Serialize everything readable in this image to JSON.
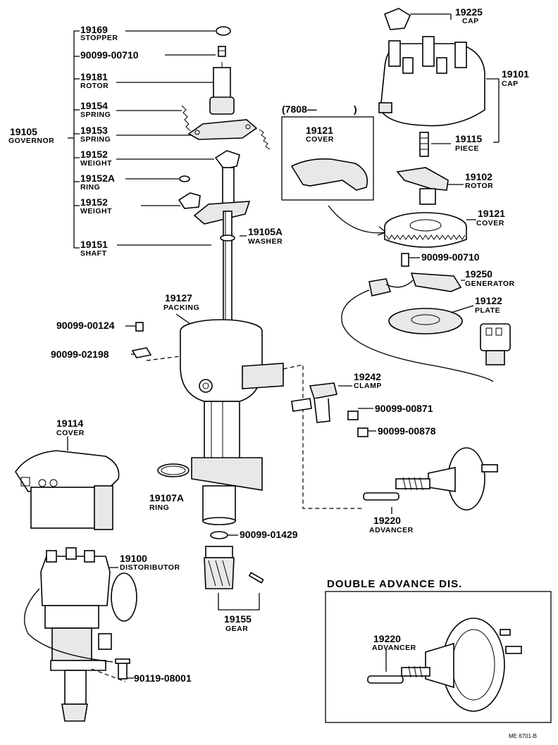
{
  "labels": {
    "p19169": {
      "num": "19169",
      "name": "STOPPER"
    },
    "p90099_00710a": {
      "num": "90099-00710"
    },
    "p19181": {
      "num": "19181",
      "name": "ROTOR"
    },
    "p19154": {
      "num": "19154",
      "name": "SPRING"
    },
    "p19105": {
      "num": "19105",
      "name": "GOVERNOR"
    },
    "p19153": {
      "num": "19153",
      "name": "SPRING"
    },
    "p19152a": {
      "num": "19152",
      "name": "WEIGHT"
    },
    "p19152A": {
      "num": "19152A",
      "name": "RING"
    },
    "p19152b": {
      "num": "19152",
      "name": "WEIGHT"
    },
    "p19151": {
      "num": "19151",
      "name": "SHAFT"
    },
    "p19105A": {
      "num": "19105A",
      "name": "WASHER"
    },
    "p19127": {
      "num": "19127",
      "name": "PACKING"
    },
    "p90099_00124": {
      "num": "90099-00124"
    },
    "p90099_02198": {
      "num": "90099-02198"
    },
    "p19225": {
      "num": "19225",
      "name": "CAP"
    },
    "p19101": {
      "num": "19101",
      "name": "CAP"
    },
    "p7808": {
      "num": "(7808—",
      "close": ")"
    },
    "p19121a": {
      "num": "19121",
      "name": "COVER"
    },
    "p19115": {
      "num": "19115",
      "name": "PIECE"
    },
    "p19102": {
      "num": "19102",
      "name": "ROTOR"
    },
    "p19121b": {
      "num": "19121",
      "name": "COVER"
    },
    "p90099_00710b": {
      "num": "90099-00710"
    },
    "p19250": {
      "num": "19250",
      "name": "GENERATOR"
    },
    "p19122": {
      "num": "19122",
      "name": "PLATE"
    },
    "p19242": {
      "num": "19242",
      "name": "CLAMP"
    },
    "p90099_00871": {
      "num": "90099-00871"
    },
    "p90099_00878": {
      "num": "90099-00878"
    },
    "p19114": {
      "num": "19114",
      "name": "COVER"
    },
    "p19107A": {
      "num": "19107A",
      "name": "RING"
    },
    "p19220a": {
      "num": "19220",
      "name": "ADVANCER"
    },
    "p90099_01429": {
      "num": "90099-01429"
    },
    "p19100": {
      "num": "19100",
      "name": "DISTORIBUTOR"
    },
    "p19155": {
      "num": "19155",
      "name": "GEAR"
    },
    "p90119_08001": {
      "num": "90119-08001"
    },
    "p19220b": {
      "num": "19220",
      "name": "ADVANCER"
    }
  },
  "double_advance_title": "DOUBLE ADVANCE DIS.",
  "drawing_code": "ME 6701-B"
}
